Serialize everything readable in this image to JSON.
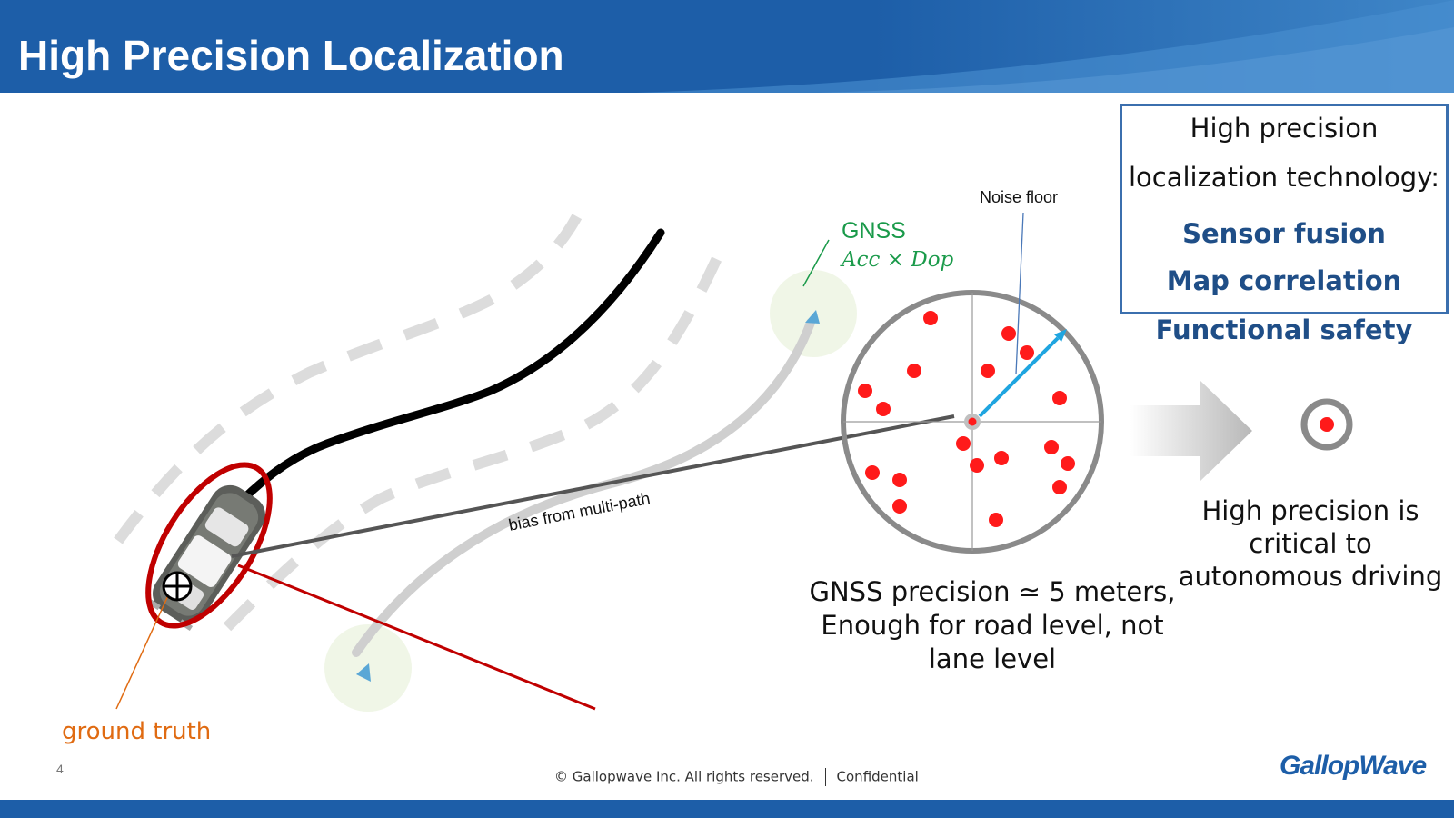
{
  "slide": {
    "title": "High Precision Localization",
    "page_number": "4"
  },
  "diagram": {
    "noise_floor_label": "Noise floor",
    "gnss_label": "GNSS",
    "gnss_formula": "Acc × Dop",
    "bias_label": "bias from multi-path",
    "ground_truth_label": "ground truth",
    "gnss_precision_lines": [
      "GNSS precision ≃ 5 meters,",
      "Enough for road level, not",
      "lane level"
    ],
    "critical_lines": [
      "High precision is",
      "critical to",
      "autonomous driving"
    ]
  },
  "tech_box": {
    "line1": "High precision",
    "line2": "localization technology:",
    "item1": "Sensor fusion",
    "item2": "Map correlation",
    "item3": "Functional safety"
  },
  "footer": {
    "copyright": "© Gallopwave Inc. All rights reserved.",
    "confidential": "Confidential",
    "logo": "GallopWave"
  },
  "colors": {
    "brand_blue": "#1d5ea8",
    "gnss_green": "#1a9a4a",
    "ground_truth_orange": "#e06b12",
    "dot_red": "#ff1a1a",
    "ellipse_red": "#c00000",
    "arrow_cyan": "#1fa5e0"
  }
}
